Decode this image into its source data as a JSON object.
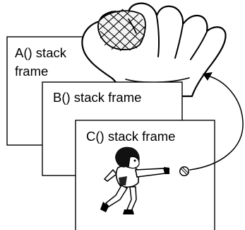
{
  "frames": {
    "a": {
      "label_line1": "A() stack",
      "label_line2": "frame"
    },
    "b": {
      "label": "B() stack frame"
    },
    "c": {
      "label": "C() stack frame"
    }
  },
  "icons": {
    "glove": "baseball-glove-icon",
    "thrower": "pitcher-figure-icon",
    "ball": "baseball-icon",
    "arrow": "curved-arrow-icon"
  }
}
